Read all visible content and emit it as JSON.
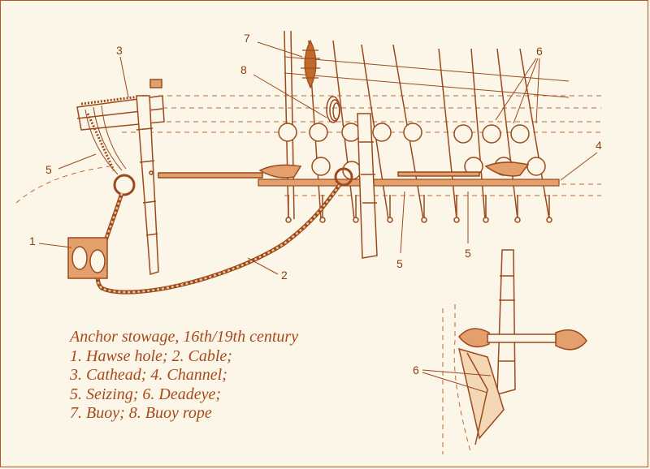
{
  "caption": {
    "title": "Anchor stowage, 16th/19th century",
    "lines": [
      "1. Hawse hole; 2. Cable;",
      "3. Cathead; 4. Channel;",
      "5. Seizing; 6. Deadeye;",
      "7. Buoy; 8. Buoy rope"
    ]
  },
  "callouts": {
    "n1": "1",
    "n2": "2",
    "n3": "3",
    "n4": "4",
    "n5a": "5",
    "n5b": "5",
    "n5c": "5",
    "n6a": "6",
    "n6b": "6",
    "n7": "7",
    "n8": "8"
  },
  "colors": {
    "line": "#9a4a1c",
    "fill": "#e4a06c",
    "background": "#fcf6e9"
  }
}
